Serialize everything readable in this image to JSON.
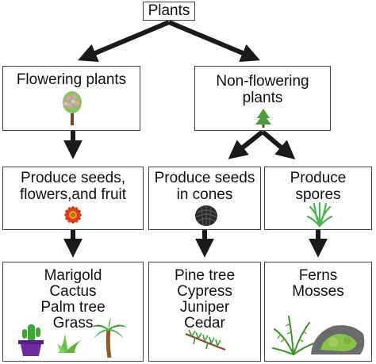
{
  "root": {
    "label": "Plants"
  },
  "flowering": {
    "title": "Flowering plants",
    "step": {
      "line1": "Produce seeds,",
      "line2": "flowers,and fruit"
    },
    "examples": [
      "Marigold",
      "Cactus",
      "Palm tree",
      "Grass"
    ]
  },
  "non_flowering": {
    "title": {
      "line1": "Non-flowering",
      "line2": "plants"
    },
    "cones": {
      "step": {
        "line1": "Produce seeds",
        "line2": "in cones"
      },
      "examples": [
        "Pine tree",
        "Cypress",
        "Juniper",
        "Cedar"
      ]
    },
    "spores": {
      "step": {
        "line1": "Produce",
        "line2": "spores"
      },
      "examples": [
        "Ferns",
        "Mosses"
      ]
    }
  },
  "icons": [
    "flowering-tree-icon",
    "conifer-tree-icon",
    "red-flower-icon",
    "pine-cone-icon",
    "fern-sprout-icon",
    "potted-cactus-icon",
    "grass-icon",
    "palm-tree-icon",
    "cedar-branch-icon",
    "fern-rock-icon"
  ],
  "colors": {
    "arrow": "#1a1a1a",
    "border": "#444444",
    "leaf_green": "#4caf50",
    "flower_red": "#d9361f",
    "pot_purple": "#6a2aa0"
  }
}
